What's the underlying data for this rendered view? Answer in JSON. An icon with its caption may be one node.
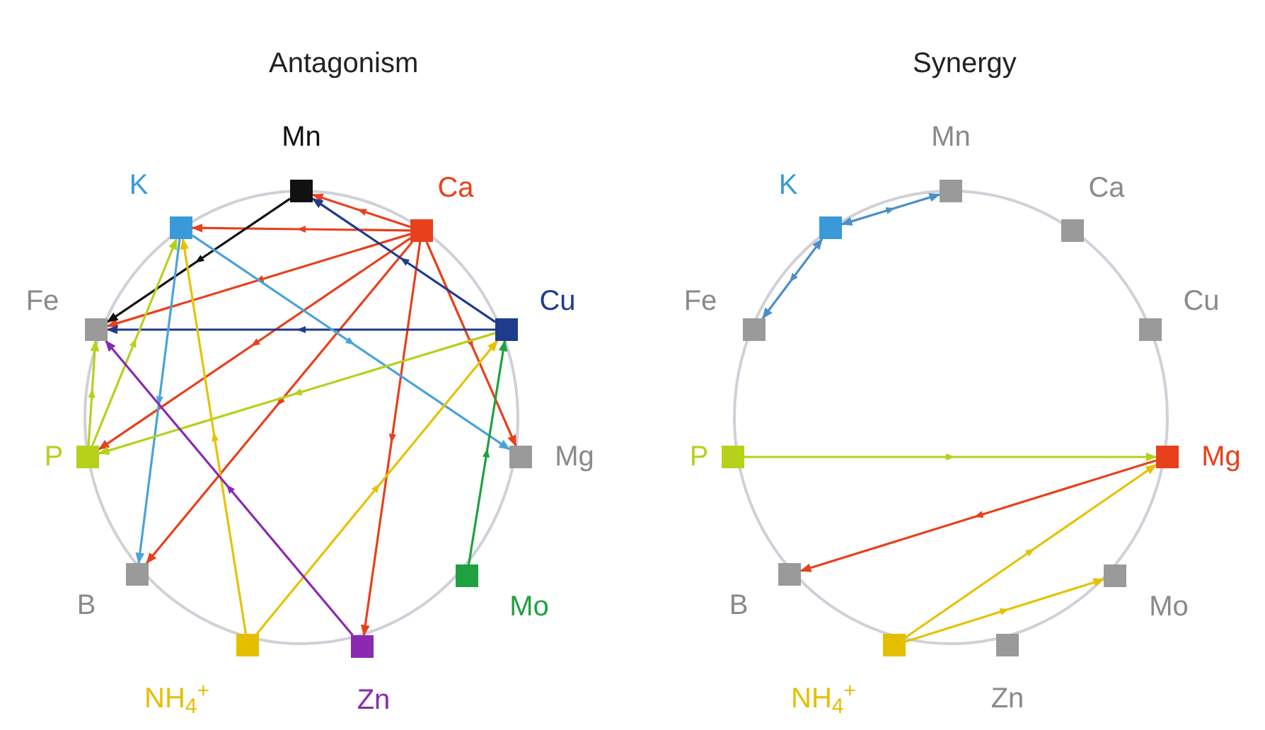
{
  "diagram": {
    "nodes": [
      {
        "text": [
          "Mn"
        ]
      },
      {
        "text": [
          "Ca"
        ]
      },
      {
        "text": [
          "Cu"
        ]
      },
      {
        "text": [
          "Mg"
        ]
      },
      {
        "text": [
          "Mo"
        ]
      },
      {
        "text": [
          "Zn"
        ]
      },
      {
        "text": [
          "NH$_{4}$$^{+}$"
        ]
      },
      {
        "text": [
          "B"
        ]
      },
      {
        "text": [
          "P"
        ]
      },
      {
        "text": [
          "Fe"
        ]
      },
      {
        "text": [
          "K"
        ]
      },
      {
        "text": [
          "Mn"
        ]
      },
      {
        "text": [
          "Ca"
        ]
      },
      {
        "text": [
          "Cu"
        ]
      },
      {
        "text": [
          "Mg"
        ]
      },
      {
        "text": [
          "Mo"
        ]
      },
      {
        "text": [
          "Zn"
        ]
      },
      {
        "text": [
          "NH$_{4}$$^{+}$"
        ]
      },
      {
        "text": [
          "B"
        ]
      },
      {
        "text": [
          "P"
        ]
      },
      {
        "text": [
          "Fe"
        ]
      },
      {
        "text": [
          "K"
        ]
      }
    ],
    "edges": [
      {
        "from": 1,
        "to": 0,
        "arrow": "to",
        "color": "#e8401c"
      },
      {
        "from": 1,
        "to": 10,
        "arrow": "to",
        "color": "#e8401c"
      },
      {
        "from": 1,
        "to": 9,
        "arrow": "to",
        "color": "#e8401c"
      },
      {
        "from": 1,
        "to": 8,
        "arrow": "to",
        "color": "#e8401c"
      },
      {
        "from": 1,
        "to": 7,
        "arrow": "to",
        "color": "#e8401c"
      },
      {
        "from": 1,
        "to": 5,
        "arrow": "to",
        "color": "#e8401c"
      },
      {
        "from": 1,
        "to": 3,
        "arrow": "to",
        "color": "#e8401c"
      },
      {
        "from": 0,
        "to": 9,
        "arrow": "to",
        "color": "#111111"
      },
      {
        "from": 2,
        "to": 0,
        "arrow": "to",
        "color": "#1f3b8c"
      },
      {
        "from": 2,
        "to": 9,
        "arrow": "to",
        "color": "#1f3b8c"
      },
      {
        "from": 10,
        "to": 3,
        "arrow": "to",
        "color": "#4aa3d8"
      },
      {
        "from": 10,
        "to": 7,
        "arrow": "to",
        "color": "#4aa3d8"
      },
      {
        "from": 8,
        "to": 9,
        "arrow": "to",
        "color": "#b5d11a"
      },
      {
        "from": 8,
        "to": 10,
        "arrow": "to",
        "color": "#b5d11a"
      },
      {
        "from": 2,
        "to": 8,
        "arrow": "to",
        "color": "#b5d11a"
      },
      {
        "from": 6,
        "to": 10,
        "arrow": "to",
        "color": "#e6c200"
      },
      {
        "from": 6,
        "to": 2,
        "arrow": "to",
        "color": "#e6c200"
      },
      {
        "from": 5,
        "to": 9,
        "arrow": "to",
        "color": "#8a2ab0"
      },
      {
        "from": 4,
        "to": 2,
        "arrow": "to",
        "color": "#1fa140"
      },
      {
        "from": 21,
        "to": 11,
        "arrow": "both",
        "color": "#4a8fc8"
      },
      {
        "from": 21,
        "to": 20,
        "arrow": "both",
        "color": "#4a8fc8"
      },
      {
        "from": 19,
        "to": 14,
        "arrow": "to",
        "color": "#b5d11a"
      },
      {
        "from": 14,
        "to": 18,
        "arrow": "to",
        "color": "#e8401c"
      },
      {
        "from": 17,
        "to": 14,
        "arrow": "to",
        "color": "#e6c200"
      },
      {
        "from": 17,
        "to": 15,
        "arrow": "to",
        "color": "#e6c200"
      }
    ],
    "labels": [
      "Antagonism",
      "Synergy"
    ]
  }
}
